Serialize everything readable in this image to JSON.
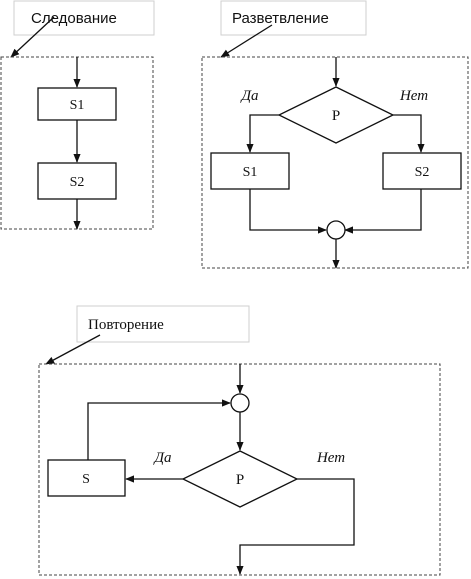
{
  "sequence": {
    "title": "Следование",
    "block1": "S1",
    "block2": "S2"
  },
  "branch": {
    "title": "Разветвление",
    "condition": "P",
    "yes": "Да",
    "no": "Нет",
    "block1": "S1",
    "block2": "S2"
  },
  "loop": {
    "title": "Повторение",
    "condition": "P",
    "yes": "Да",
    "no": "Нет",
    "block": "S"
  },
  "colors": {
    "stroke": "#111111",
    "dashed_frame": "#444444",
    "callout_border": "#cfcfcf"
  }
}
